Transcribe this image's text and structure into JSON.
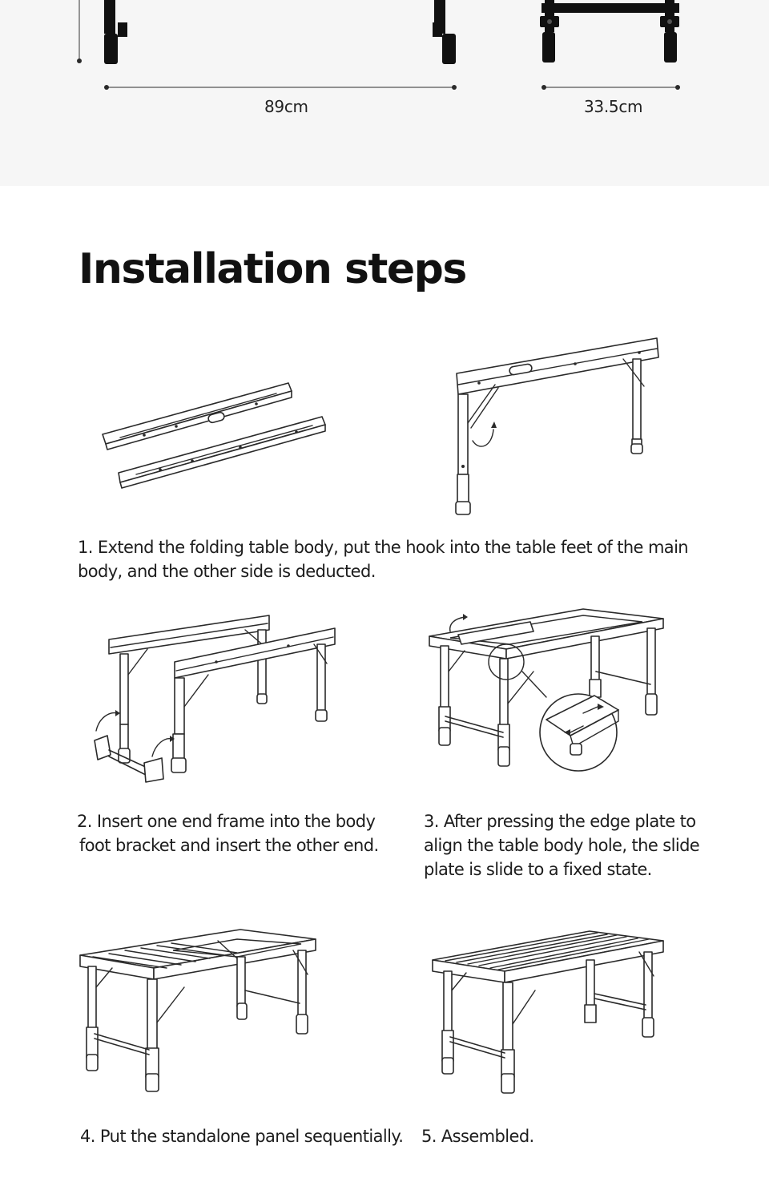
{
  "dimensions": {
    "width_label": "89cm",
    "depth_label": "33.5cm"
  },
  "section_title": "Installation steps",
  "steps": [
    {
      "lines": [
        "1. Extend the folding table body, put the hook into the table feet of the main",
        "body, and the other side is deducted."
      ]
    },
    {
      "lines": [
        "2. Insert one end frame into the body",
        "foot bracket and insert the other end."
      ]
    },
    {
      "lines": [
        "3. After pressing the edge plate to",
        "align the table body hole, the slide",
        "plate is slide to a fixed state."
      ]
    },
    {
      "lines": [
        "4. Put the standalone panel sequentially."
      ]
    },
    {
      "lines": [
        "5. Assembled."
      ]
    }
  ],
  "icons": {
    "dimension_dot": "dot-marker",
    "rotate_arrow": "curved-arrow-icon"
  },
  "colors": {
    "top_band": "#f6f6f6",
    "ink": "#1a1a1a",
    "table_legs": "#111111"
  }
}
